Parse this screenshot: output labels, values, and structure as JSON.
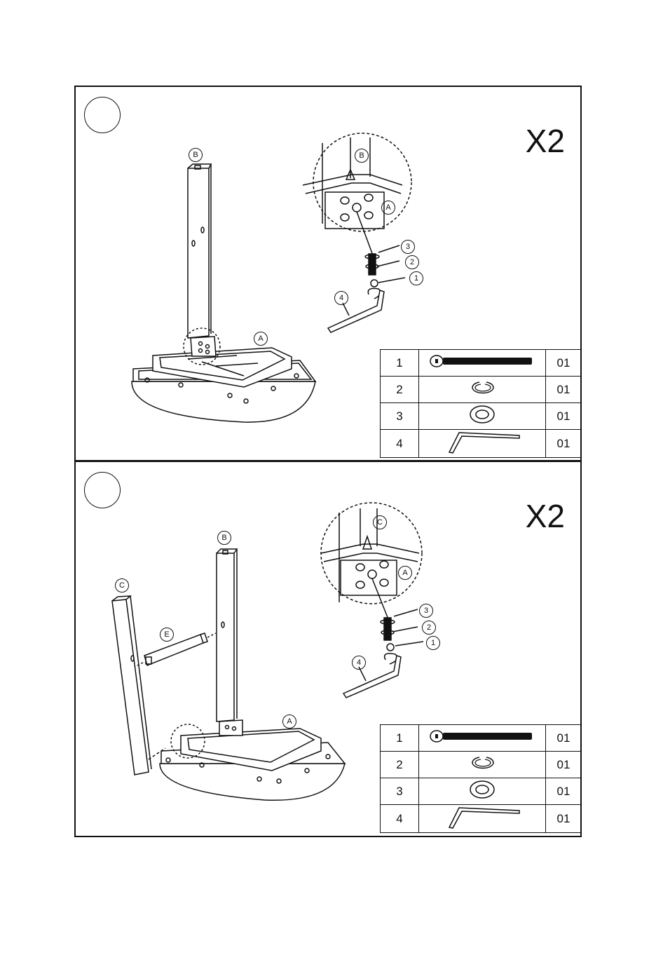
{
  "steps": [
    {
      "multiplier": "X2",
      "labels": {
        "leg": "B",
        "frame": "A",
        "detail_leg": "B",
        "detail_frame": "A",
        "n1": "1",
        "n2": "2",
        "n3": "3",
        "n4": "4"
      },
      "parts": [
        {
          "num": "1",
          "icon": "bolt-icon",
          "qty": "01"
        },
        {
          "num": "2",
          "icon": "split-washer-icon",
          "qty": "01"
        },
        {
          "num": "3",
          "icon": "flat-washer-icon",
          "qty": "01"
        },
        {
          "num": "4",
          "icon": "allen-key-icon",
          "qty": "01"
        }
      ]
    },
    {
      "multiplier": "X2",
      "labels": {
        "leg_b": "B",
        "leg_c": "C",
        "rail": "E",
        "frame": "A",
        "detail_leg": "C",
        "detail_frame": "A",
        "n1": "1",
        "n2": "2",
        "n3": "3",
        "n4": "4"
      },
      "parts": [
        {
          "num": "1",
          "icon": "bolt-icon",
          "qty": "01"
        },
        {
          "num": "2",
          "icon": "split-washer-icon",
          "qty": "01"
        },
        {
          "num": "3",
          "icon": "flat-washer-icon",
          "qty": "01"
        },
        {
          "num": "4",
          "icon": "allen-key-icon",
          "qty": "01"
        }
      ]
    }
  ]
}
